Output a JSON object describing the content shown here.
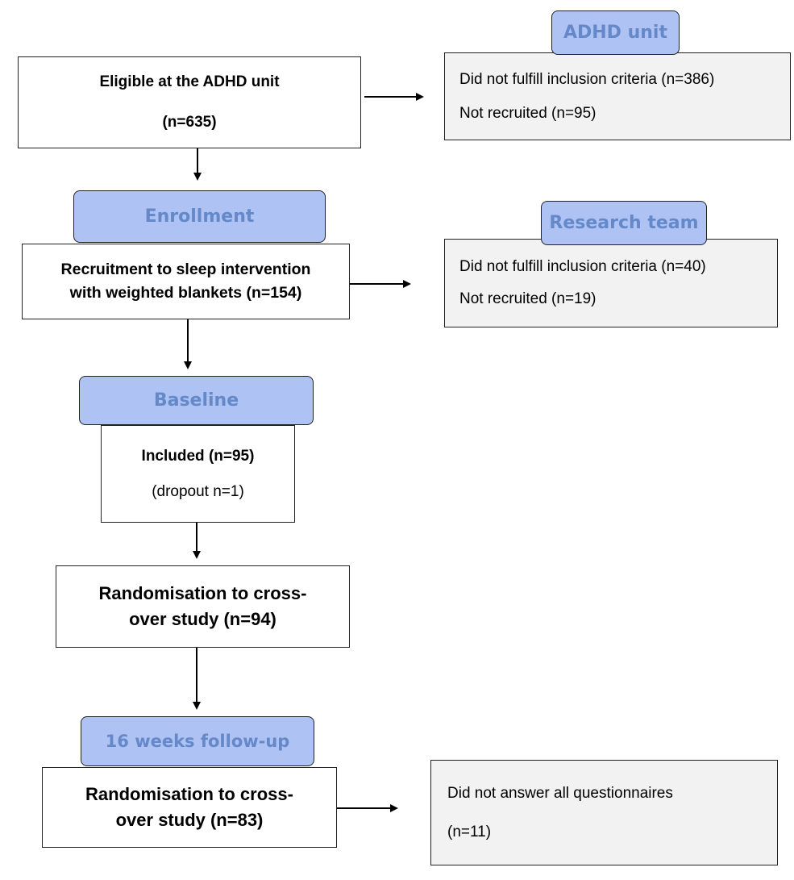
{
  "tags": {
    "adhd_unit": "ADHD unit",
    "enrollment": "Enrollment",
    "research_team": "Research team",
    "baseline": "Baseline",
    "followup": "16 weeks follow-up"
  },
  "boxes": {
    "eligible": {
      "line1": "Eligible at the ADHD unit",
      "line2": "(n=635)"
    },
    "adhd_excluded": {
      "line1": "Did not fulfill inclusion criteria (n=386)",
      "line2": "Not recruited (n=95)"
    },
    "recruitment": {
      "line1": "Recruitment to sleep intervention",
      "line2": "with weighted blankets (n=154)"
    },
    "research_excluded": {
      "line1": "Did not fulfill inclusion criteria (n=40)",
      "line2": "Not recruited (n=19)"
    },
    "included": {
      "line1": "Included (n=95)",
      "line2": "(dropout n=1)"
    },
    "randomisation": {
      "line1": "Randomisation to cross-",
      "line2": "over study (n=94)"
    },
    "followup_box": {
      "line1": "Randomisation to cross-",
      "line2": "over study (n=83)"
    },
    "followup_excluded": {
      "line1": "Did not answer all questionnaires",
      "line2": "(n=11)"
    }
  },
  "colors": {
    "tag_fill": "#aec3f4",
    "tag_text": "#6488c8",
    "excluded_fill": "#f2f2f2",
    "border": "#222222"
  }
}
